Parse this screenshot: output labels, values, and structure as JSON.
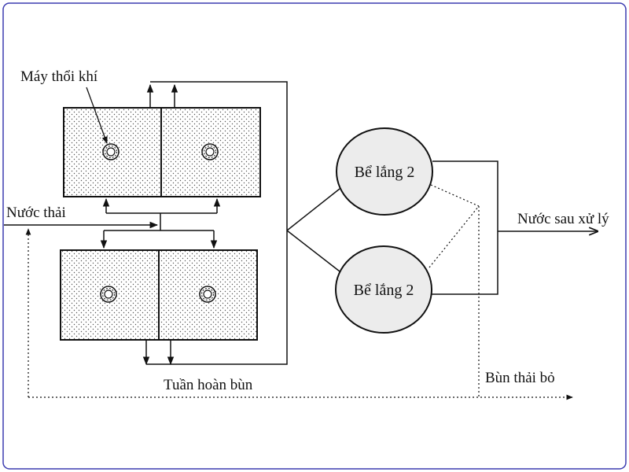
{
  "labels": {
    "blower": "Máy thổi khí",
    "inflow": "Nước thải",
    "settler_top": "Bể lắng 2",
    "settler_bottom": "Bể lắng 2",
    "outflow": "Nước sau xử lý",
    "recirculation": "Tuần hoàn bùn",
    "waste_sludge": "Bùn thải bỏ"
  },
  "colors": {
    "border": "#3b3bb0",
    "line": "#111111",
    "tank_fill_dots": "#555555",
    "settler_fill": "#ececec"
  }
}
